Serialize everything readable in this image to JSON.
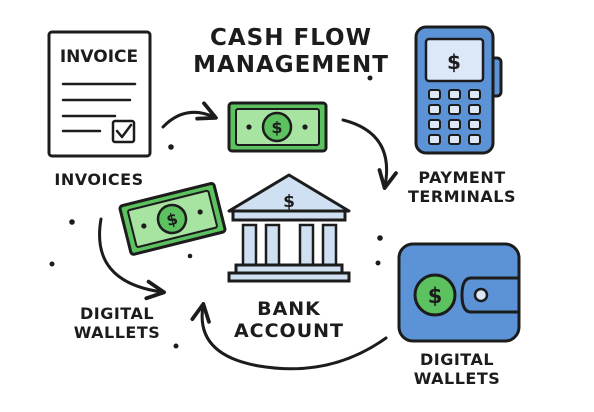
{
  "title": {
    "line1": "CASH FLOW",
    "line2": "MANAGEMENT"
  },
  "invoice_document": {
    "heading": "INVOICE"
  },
  "labels": {
    "invoices": "INVOICES",
    "payment_terminals_line1": "PAYMENT",
    "payment_terminals_line2": "TERMINALS",
    "bank_account_line1": "BANK",
    "bank_account_line2": "ACCOUNT",
    "digital_wallets_left_line1": "DIGITAL",
    "digital_wallets_left_line2": "WALLETS",
    "digital_wallets_right_line1": "DIGITAL",
    "digital_wallets_right_line2": "WALLETS"
  },
  "symbols": {
    "currency": "$"
  },
  "colors": {
    "outline": "#1c1c1c",
    "money_green": "#5cc15f",
    "money_light_green": "#a7e3a1",
    "device_blue": "#5b93d6",
    "screen_light_blue": "#dce8f7",
    "bank_blue": "#cfe0f3",
    "paper": "#ffffff"
  }
}
